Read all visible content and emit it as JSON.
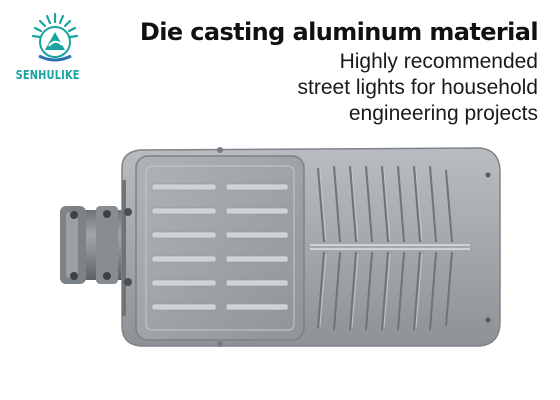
{
  "brand": {
    "name": "SENHULIKE",
    "icon": "senhulike-logo-icon",
    "color": "#1aa3a0"
  },
  "headline": "Die casting aluminum material",
  "sublines": [
    "Highly recommended",
    "street lights for household",
    "engineering projects"
  ],
  "product": {
    "icon": "street-light-icon",
    "body_color": "#9ea3a8"
  }
}
